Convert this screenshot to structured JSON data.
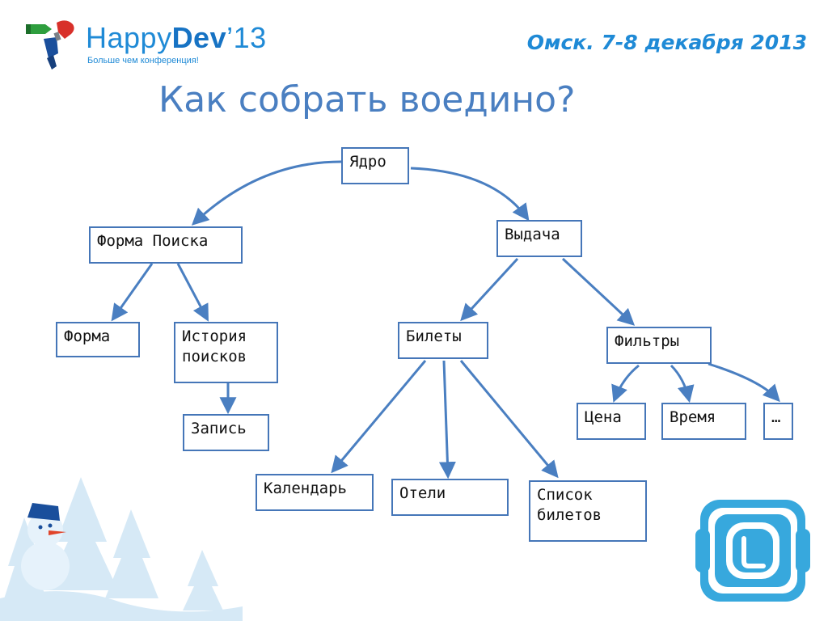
{
  "header": {
    "brand_light": "Happy",
    "brand_bold": "Dev",
    "brand_year": "’13",
    "tagline": "Больше чем конференция!",
    "event": "Омск. 7-8 декабря 2013"
  },
  "slide": {
    "title": "Как собрать воедино?"
  },
  "diagram": {
    "nodes": {
      "core": "Ядро",
      "search_form": "Форма Поиска",
      "results": "Выдача",
      "form": "Форма",
      "search_history": "История\nпоисков",
      "record": "Запись",
      "tickets": "Билеты",
      "filters": "Фильтры",
      "calendar": "Календарь",
      "hotels": "Отели",
      "ticket_list": "Список\nбилетов",
      "price": "Цена",
      "time": "Время",
      "more": "…"
    },
    "edges": [
      [
        "core",
        "search_form"
      ],
      [
        "core",
        "results"
      ],
      [
        "search_form",
        "form"
      ],
      [
        "search_form",
        "search_history"
      ],
      [
        "search_history",
        "record"
      ],
      [
        "results",
        "tickets"
      ],
      [
        "results",
        "filters"
      ],
      [
        "tickets",
        "calendar"
      ],
      [
        "tickets",
        "hotels"
      ],
      [
        "tickets",
        "ticket_list"
      ],
      [
        "filters",
        "price"
      ],
      [
        "filters",
        "time"
      ],
      [
        "filters",
        "more"
      ]
    ],
    "edge_color": "#4a7fc1",
    "box_border_color": "#4576b8"
  },
  "colors": {
    "title": "#4a7fc1",
    "brand": "#1f8ad6"
  },
  "icons": {
    "logo": "screwdriver-logo-icon",
    "app": "rounded-square-app-icon",
    "decoration": "snowman-trees-illustration"
  }
}
